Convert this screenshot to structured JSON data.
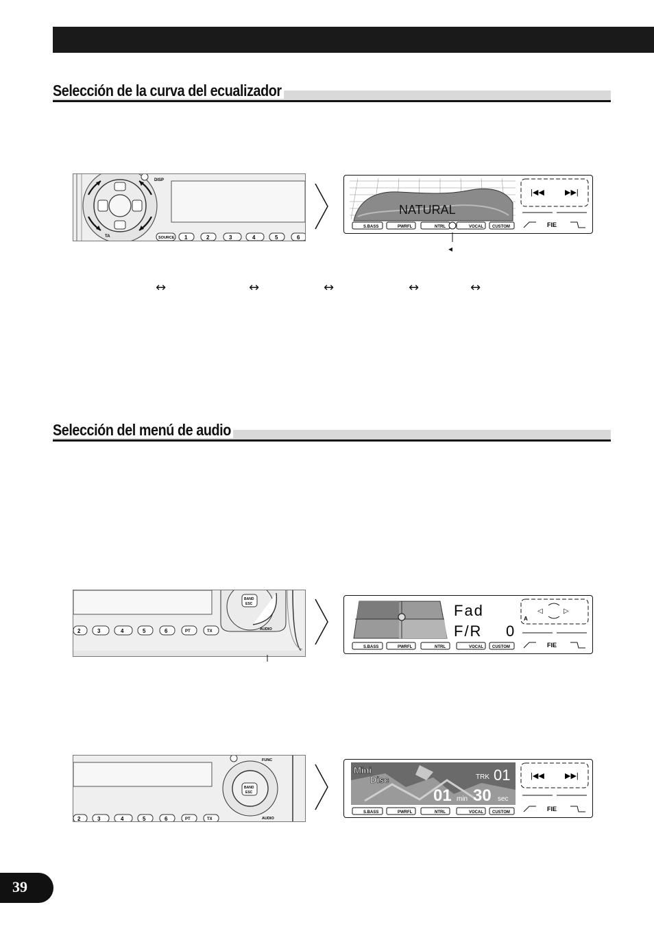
{
  "page": {
    "number": "39"
  },
  "sections": [
    {
      "title": "Selección de la curva del ecualizador"
    },
    {
      "title": "Selección del menú de audio"
    }
  ],
  "unit_labels": {
    "disp": "DISP",
    "ta": "TA",
    "source": "SOURCE",
    "audio": "AUDIO",
    "func": "FUNC",
    "band": "BAND",
    "esc": "ESC",
    "presets": [
      "1",
      "2",
      "3",
      "4",
      "5",
      "6"
    ],
    "pt": "PT",
    "tx": "TX"
  },
  "lcd_common": {
    "eq_buttons": [
      "S.BASS",
      "PWRFL",
      "NTRL",
      "VOCAL",
      "CUSTOM"
    ],
    "fie": "FIE"
  },
  "display1": {
    "text": "NATURAL"
  },
  "display2": {
    "line1": "Fad",
    "line2": "F/R",
    "value": "0",
    "corner": "A"
  },
  "display3": {
    "mini": "Mini",
    "disc": "Disc",
    "trk_label": "TRK",
    "trk": "01",
    "min": "01",
    "min_label": "min",
    "sec": "30",
    "sec_label": "sec"
  },
  "arrow_glyph": "↔",
  "pointer_glyph": "◂"
}
